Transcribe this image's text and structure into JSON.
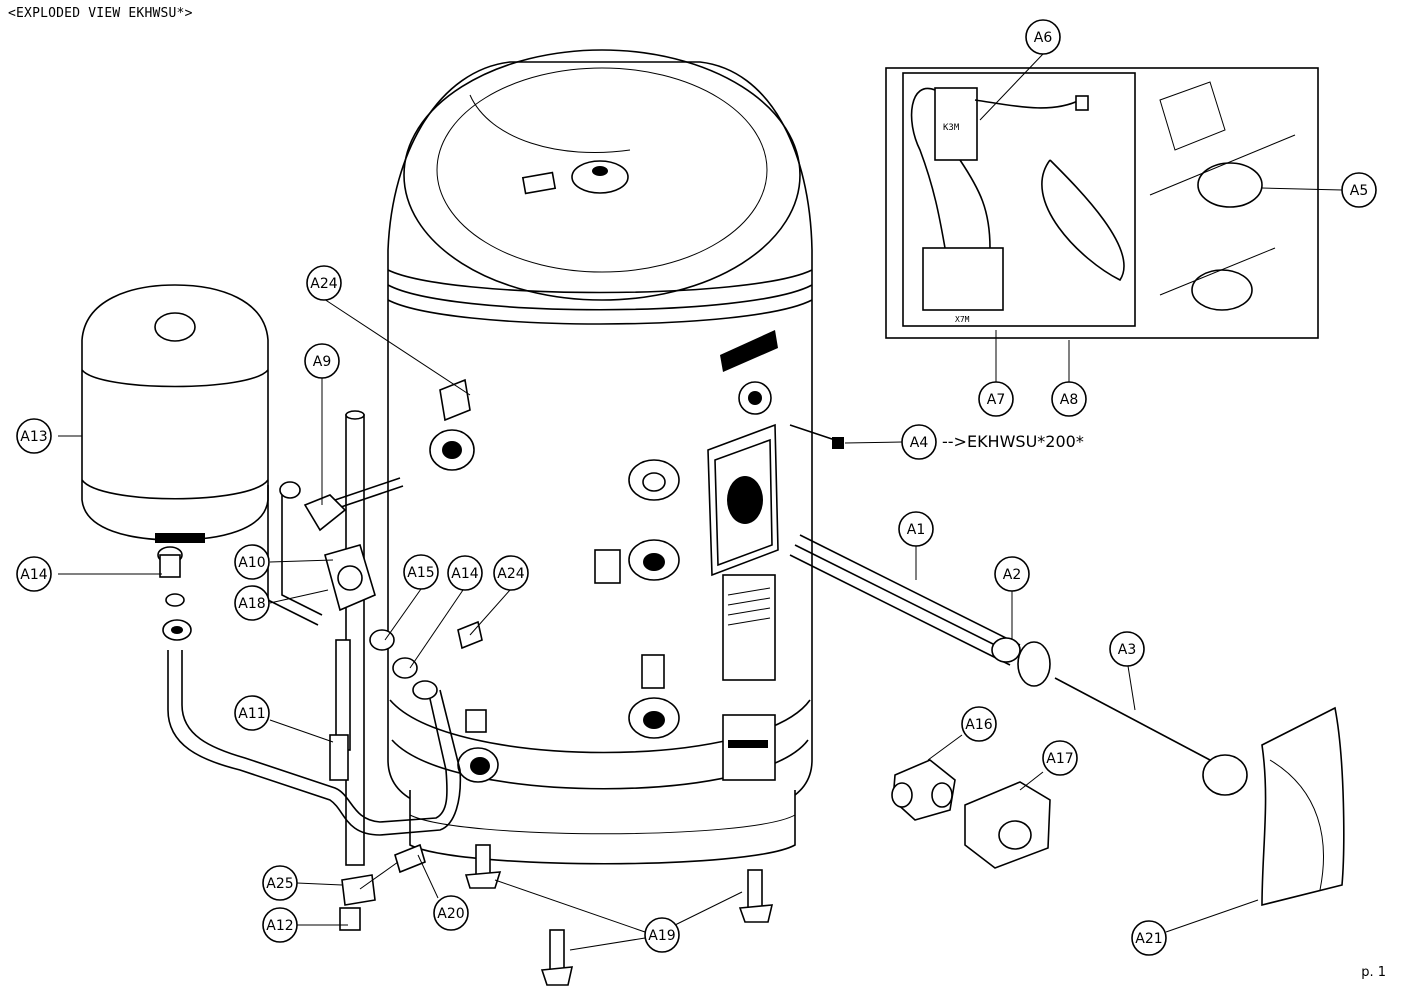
{
  "header": {
    "title": "<EXPLODED VIEW EKHWSU*>"
  },
  "footer": {
    "page": "p. 1"
  },
  "notes": {
    "a4_variant": "-->EKHWSU*200*"
  },
  "diagram_labels": {
    "box_terminal": "X7M",
    "relay": "K3M"
  },
  "callouts": [
    {
      "id": "A1",
      "label": "A1"
    },
    {
      "id": "A2",
      "label": "A2"
    },
    {
      "id": "A3",
      "label": "A3"
    },
    {
      "id": "A4",
      "label": "A4"
    },
    {
      "id": "A5",
      "label": "A5"
    },
    {
      "id": "A6",
      "label": "A6"
    },
    {
      "id": "A7",
      "label": "A7"
    },
    {
      "id": "A8",
      "label": "A8"
    },
    {
      "id": "A9",
      "label": "A9"
    },
    {
      "id": "A10",
      "label": "A10"
    },
    {
      "id": "A11",
      "label": "A11"
    },
    {
      "id": "A12",
      "label": "A12"
    },
    {
      "id": "A13",
      "label": "A13"
    },
    {
      "id": "A14a",
      "label": "A14"
    },
    {
      "id": "A14b",
      "label": "A14"
    },
    {
      "id": "A15",
      "label": "A15"
    },
    {
      "id": "A16",
      "label": "A16"
    },
    {
      "id": "A17",
      "label": "A17"
    },
    {
      "id": "A18",
      "label": "A18"
    },
    {
      "id": "A19",
      "label": "A19"
    },
    {
      "id": "A20",
      "label": "A20"
    },
    {
      "id": "A21",
      "label": "A21"
    },
    {
      "id": "A24a",
      "label": "A24"
    },
    {
      "id": "A24b",
      "label": "A24"
    },
    {
      "id": "A25",
      "label": "A25"
    }
  ]
}
